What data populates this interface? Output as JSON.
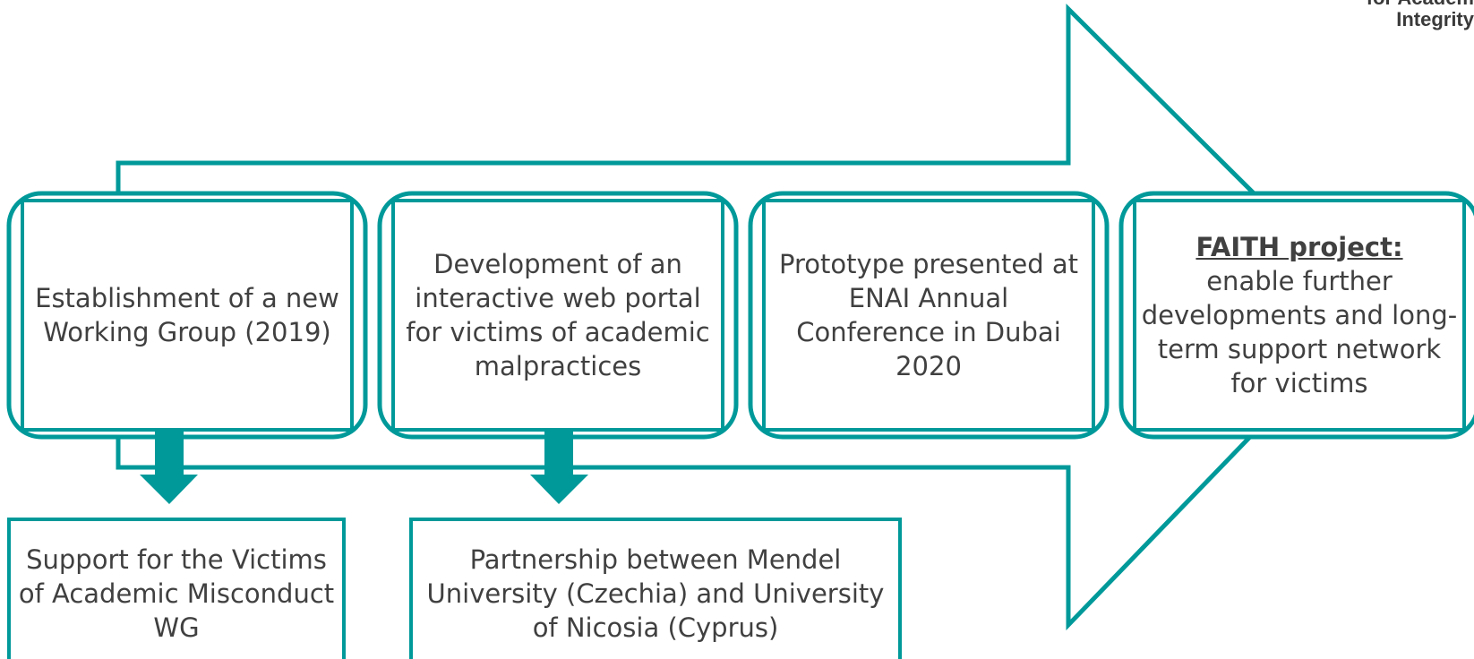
{
  "logo": {
    "line1": "for Academ",
    "line2": "Integrity"
  },
  "colors": {
    "accent": "#00999a",
    "text": "#404040"
  },
  "steps": [
    {
      "text": "Establishment of a new Working Group (2019)"
    },
    {
      "text": "Development of an interactive web portal for victims of academic malpractices"
    },
    {
      "text": "Prototype presented at ENAI Annual Conference in Dubai 2020"
    },
    {
      "title": "FAITH project:",
      "text": "enable further developments and long-term support network for victims"
    }
  ],
  "outcomes": [
    {
      "text": "Support for the Victims of Academic Misconduct WG"
    },
    {
      "text": "Partnership between Mendel University (Czechia) and University of Nicosia (Cyprus)"
    }
  ]
}
